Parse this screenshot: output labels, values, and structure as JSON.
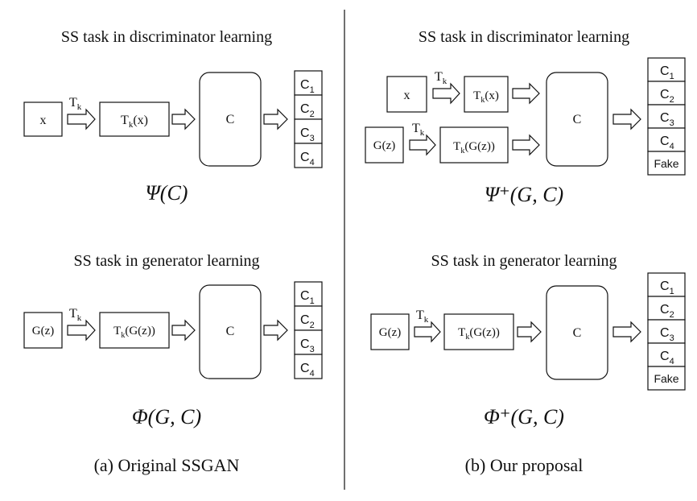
{
  "panels": {
    "left": {
      "disc_title": "SS task in discriminator learning",
      "gen_title": "SS task in generator learning",
      "caption": "(a) Original SSGAN",
      "psi_label": "Ψ(C)",
      "phi_label": "Φ(G, C)"
    },
    "right": {
      "disc_title": "SS task in discriminator learning",
      "gen_title": "SS task in generator learning",
      "caption": "(b) Our proposal",
      "psi_label": "Ψ⁺(G, C)",
      "phi_label": "Φ⁺(G, C)"
    }
  },
  "nodes": {
    "x": "x",
    "gz": "G(z)",
    "classifier": "C",
    "tk_arrow_main": "T",
    "tk_arrow_sub": "k",
    "tkx_main": "T",
    "tkx_sub": "k",
    "tkx_arg": "(x)",
    "tkgz_arg": "(G(z))"
  },
  "outputs": {
    "rotation_classes": [
      {
        "main": "C",
        "sub": "1"
      },
      {
        "main": "C",
        "sub": "2"
      },
      {
        "main": "C",
        "sub": "3"
      },
      {
        "main": "C",
        "sub": "4"
      }
    ],
    "fake_label": "Fake"
  }
}
